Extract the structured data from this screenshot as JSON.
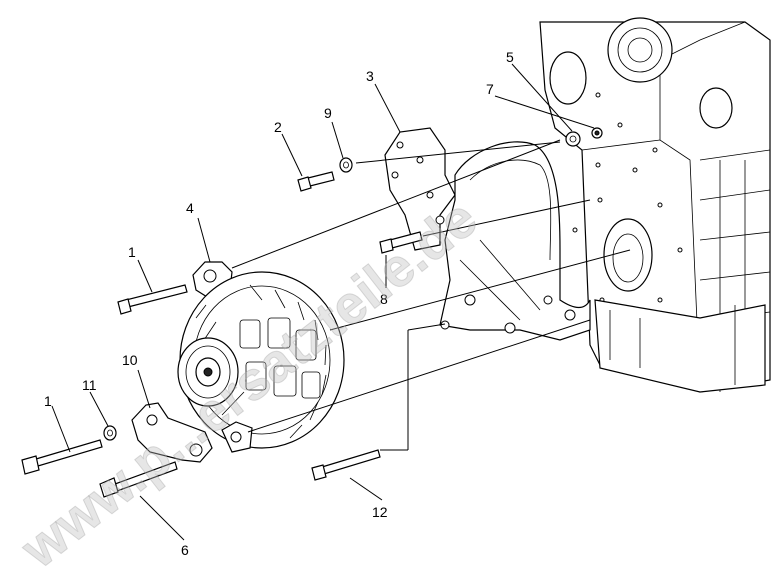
{
  "callouts": [
    {
      "id": "1a",
      "label": "1"
    },
    {
      "id": "1b",
      "label": "1"
    },
    {
      "id": "2",
      "label": "2"
    },
    {
      "id": "3",
      "label": "3"
    },
    {
      "id": "4",
      "label": "4"
    },
    {
      "id": "5",
      "label": "5"
    },
    {
      "id": "6",
      "label": "6"
    },
    {
      "id": "7",
      "label": "7"
    },
    {
      "id": "8",
      "label": "8"
    },
    {
      "id": "9",
      "label": "9"
    },
    {
      "id": "10",
      "label": "10"
    },
    {
      "id": "11",
      "label": "11"
    },
    {
      "id": "12",
      "label": "12"
    }
  ],
  "watermark": {
    "text": "www.p...ersatzteile.de"
  }
}
